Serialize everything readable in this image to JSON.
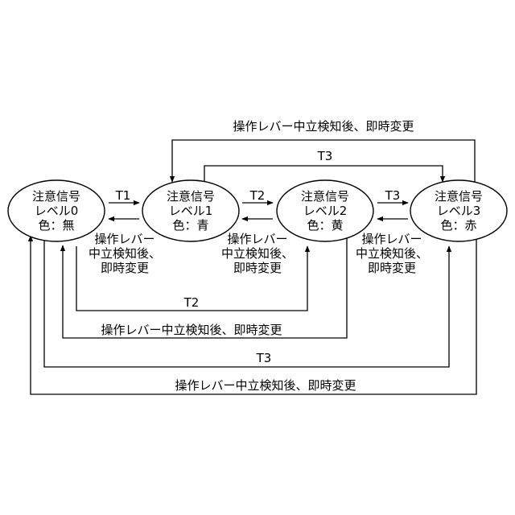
{
  "states": [
    {
      "id": "s0",
      "lines": [
        "注意信号",
        "レベル0",
        "色：無"
      ]
    },
    {
      "id": "s1",
      "lines": [
        "注意信号",
        "レベル1",
        "色：青"
      ]
    },
    {
      "id": "s2",
      "lines": [
        "注意信号",
        "レベル2",
        "色：黄"
      ]
    },
    {
      "id": "s3",
      "lines": [
        "注意信号",
        "レベル3",
        "色：赤"
      ]
    }
  ],
  "transitions": {
    "t1": "T1",
    "t2_between": "T2",
    "t3_between": "T3",
    "t3_top": "T3",
    "t2_bottom": "T2",
    "t3_bottom": "T3"
  },
  "reset_labels": {
    "small_line1": "操作レバー",
    "small_line2": "中立検知後、",
    "small_line3": "即時変更",
    "long": "操作レバー中立検知後、即時変更"
  },
  "colors": {
    "line": "#000000",
    "background": "#ffffff"
  }
}
